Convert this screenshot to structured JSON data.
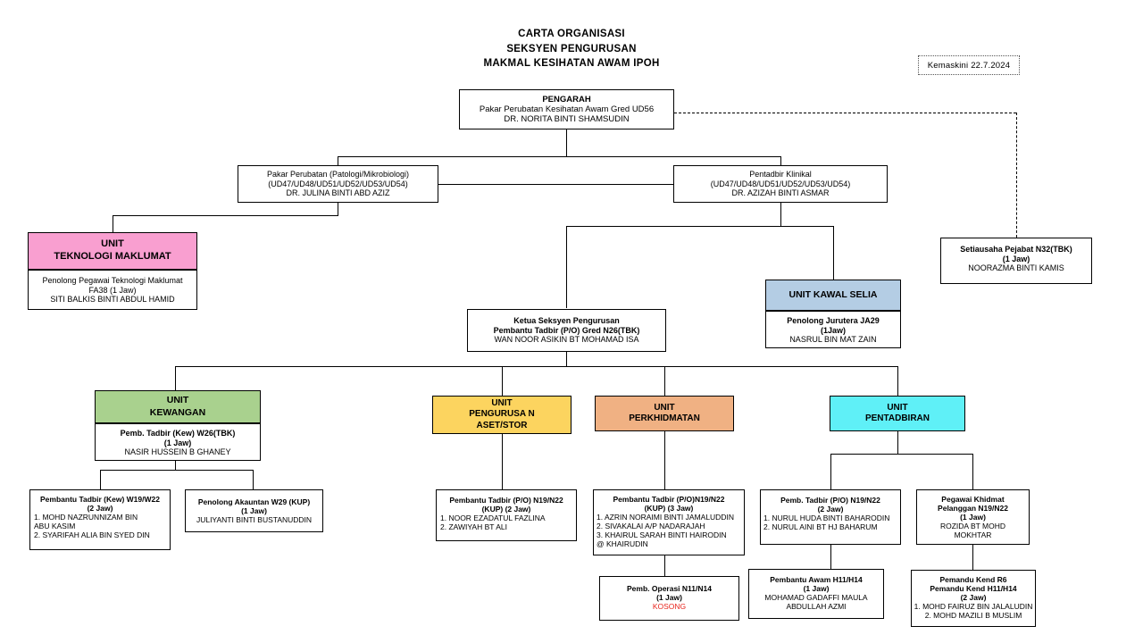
{
  "title": {
    "line1": "CARTA ORGANISASI",
    "line2": "SEKSYEN  PENGURUSAN",
    "line3": "MAKMAL KESIHATAN  AWAM IPOH"
  },
  "stamp": {
    "text": "Kemaskini 22.7.2024"
  },
  "colors": {
    "it_unit": "#f99fd0",
    "kawal_selia": "#b4cde4",
    "kewangan": "#a9d18e",
    "aset_stor": "#fcd45f",
    "perkhidmatan": "#f0b183",
    "pentadbiran": "#5ff0f7",
    "vacant": "#e8241c",
    "border": "#000000"
  },
  "nodes": {
    "pengarah": {
      "l1": "PENGARAH",
      "l2": "Pakar Perubatan Kesihatan Awam Gred UD56",
      "l3": "DR. NORITA BINTI SHAMSUDIN"
    },
    "pakar_perubatan": {
      "l1": "Pakar Perubatan (Patologi/Mikrobiologi)",
      "l2": "(UD47/UD48/UD51/UD52/UD53/UD54)",
      "l3": "DR. JULINA BINTI ABD AZIZ"
    },
    "pentadbir_klinikal": {
      "l1": "Pentadbir Klinikal",
      "l2": "(UD47/UD48/UD51/UD52/UD53/UD54)",
      "l3": "DR. AZIZAH BINTI ASMAR"
    },
    "setiausaha": {
      "l1": "Setiausaha Pejabat N32(TBK)",
      "l2": "(1 Jaw)",
      "l3": "NOORAZMA BINTI KAMIS"
    },
    "unit_it_header": {
      "l1": "UNIT",
      "l2": "TEKNOLOGI  MAKLUMAT"
    },
    "unit_it_body": {
      "l1": "Penolong Pegawai Teknologi Maklumat",
      "l2": "FA38 (1 Jaw)",
      "l3": "SITI BALKIS  BINTI ABDUL HAMID"
    },
    "ketua_seksyen": {
      "l1": "Ketua Seksyen Pengurusan",
      "l2": "Pembantu Tadbir (P/O) Gred N26(TBK)",
      "l3": "WAN NOOR ASIKIN BT MOHAMAD ISA"
    },
    "unit_kawal_header": {
      "l1": "UNIT KAWAL  SELIA"
    },
    "unit_kawal_body": {
      "l1": "Penolong Jurutera JA29",
      "l2": "(1Jaw)",
      "l3": "NASRUL BIN MAT ZAIN"
    },
    "unit_kewangan_header": {
      "l1": "UNIT",
      "l2": "KEWANGAN"
    },
    "unit_kewangan_body": {
      "l1": "Pemb. Tadbir (Kew) W26(TBK)",
      "l2": "(1 Jaw)",
      "l3": "NASIR HUSSEIN B GHANEY"
    },
    "unit_aset_header": {
      "l1": "UNIT",
      "l2": "PENGURUSA N",
      "l3": "ASET/STOR"
    },
    "unit_perkhidmatan_header": {
      "l1": "UNIT",
      "l2": "PERKHIDMATAN"
    },
    "unit_pentadbiran_header": {
      "l1": "UNIT",
      "l2": "PENTADBIRAN"
    },
    "pt_kew": {
      "l1": "Pembantu Tadbir (Kew) W19/W22",
      "l2": "(2 Jaw)",
      "l3": "1. MOHD NAZRUNNIZAM BIN",
      "l4": "    ABU KASIM",
      "l5": "2. SYARIFAH ALIA BIN SYED DIN"
    },
    "pen_akauntan": {
      "l1": "Penolong Akauntan W29 (KUP)",
      "l2": "(1 Jaw)",
      "l3": "JULIYANTI BINTI BUSTANUDDIN"
    },
    "pt_aset": {
      "l1": "Pembantu Tadbir (P/O) N19/N22",
      "l2": "(KUP) (2 Jaw)",
      "l3": "1. NOOR EZADATUL FAZLINA",
      "l4": "2. ZAWIYAH BT ALI"
    },
    "pt_perkhidmatan": {
      "l1": "Pembantu Tadbir (P/O)N19/N22",
      "l2": "(KUP) (3 Jaw)",
      "l3": "1. AZRIN NORAIMI BINTI JAMALUDDIN",
      "l4": "2. SIVAKALAI A/P NADARAJAH",
      "l5": "3.  KHAIRUL SARAH BINTI HAIRODIN",
      "l6": "@ KHAIRUDIN"
    },
    "pemb_operasi": {
      "l1": "Pemb. Operasi N11/N14",
      "l2": "(1 Jaw)",
      "l3": "KOSONG"
    },
    "pt_pentadbiran": {
      "l1": "Pemb. Tadbir (P/O) N19/N22",
      "l2": "(2 Jaw)",
      "l3": "1. NURUL HUDA BINTI BAHARODIN",
      "l4": "2. NURUL AINI BT HJ BAHARUM"
    },
    "pegawai_khidmat": {
      "l1": "Pegawai Khidmat",
      "l2": "Pelanggan N19/N22",
      "l3": "(1 Jaw)",
      "l4": "ROZIDA BT MOHD",
      "l5": "MOKHTAR"
    },
    "pembantu_awam": {
      "l1": "Pembantu Awam H11/H14",
      "l2": "(1 Jaw)",
      "l3": "MOHAMAD GADAFFI MAULA",
      "l4": "ABDULLAH AZMI"
    },
    "pemandu": {
      "l1": "Pemandu Kend R6",
      "l2": "Pemandu Kend H11/H14",
      "l3": "(2 Jaw)",
      "l4": "1. MOHD FAIRUZ BIN JALALUDIN",
      "l5": "2. MOHD MAZILI B MUSLIM"
    }
  }
}
